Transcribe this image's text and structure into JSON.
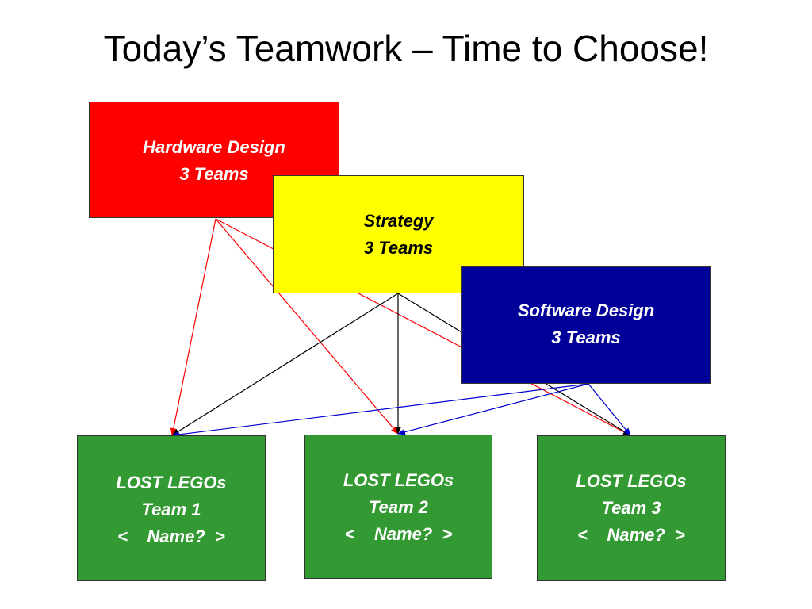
{
  "title": "Today’s Teamwork – Time to Choose!",
  "colors": {
    "hardware": "#ff0000",
    "strategy": "#ffff00",
    "software": "#000099",
    "team": "#339933",
    "hardware_arrows": "#ff0000",
    "strategy_arrows": "#000000",
    "software_arrows": "#0000cc"
  },
  "boxes": {
    "hardware": {
      "line1": "Hardware Design",
      "line2": "3 Teams"
    },
    "strategy": {
      "line1": "Strategy",
      "line2": "3 Teams"
    },
    "software": {
      "line1": "Software Design",
      "line2": "3 Teams"
    },
    "team1": {
      "line1": "LOST LEGOs",
      "line2": "Team 1",
      "line3": "<    Name?  >"
    },
    "team2": {
      "line1": "LOST LEGOs",
      "line2": "Team 2",
      "line3": "<    Name?  >"
    },
    "team3": {
      "line1": "LOST LEGOs",
      "line2": "Team 3",
      "line3": "<    Name?  >"
    }
  },
  "connections": [
    {
      "from": "hardware",
      "to": "team1"
    },
    {
      "from": "hardware",
      "to": "team2"
    },
    {
      "from": "hardware",
      "to": "team3"
    },
    {
      "from": "strategy",
      "to": "team1"
    },
    {
      "from": "strategy",
      "to": "team2"
    },
    {
      "from": "strategy",
      "to": "team3"
    },
    {
      "from": "software",
      "to": "team1"
    },
    {
      "from": "software",
      "to": "team2"
    },
    {
      "from": "software",
      "to": "team3"
    }
  ]
}
